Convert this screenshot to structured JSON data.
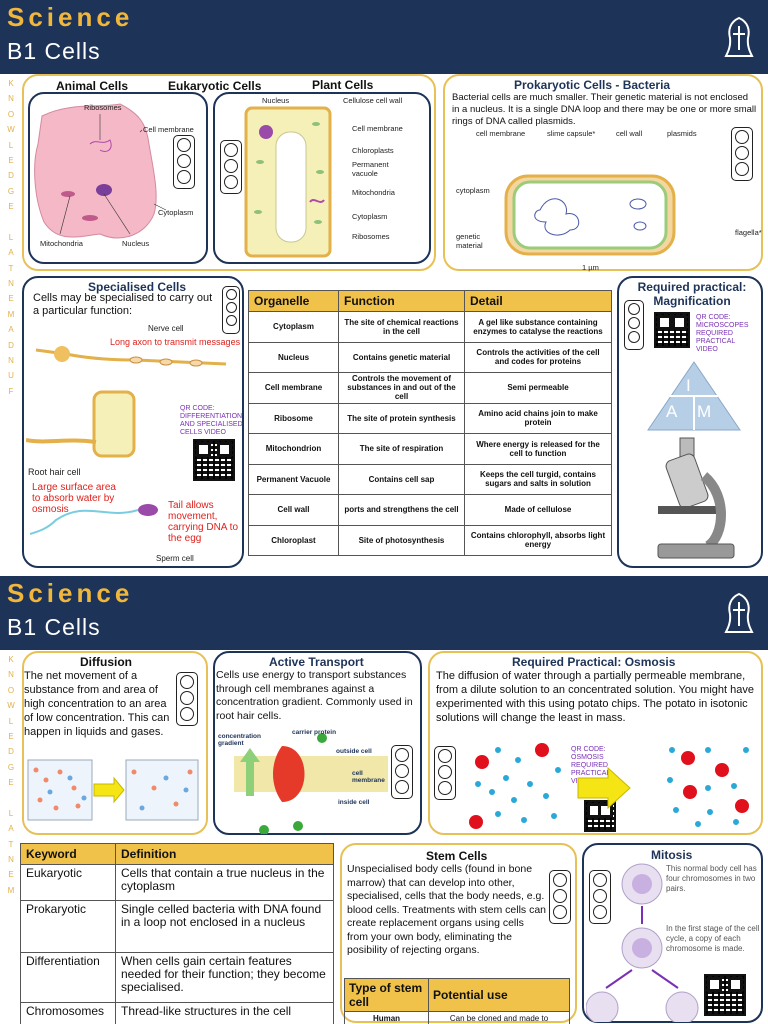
{
  "page1": {
    "subject": "Science",
    "topic": "B1 Cells",
    "side_label": "FUNDAMENTAL KNOWLEDGE",
    "cells": {
      "animal_title": "Animal Cells",
      "eukaryotic_title": "Eukaryotic Cells",
      "plant_title": "Plant Cells",
      "animal_labels": [
        "Ribosomes",
        "Cell membrane",
        "Cytoplasm",
        "Mitochondria",
        "Nucleus"
      ],
      "plant_labels": [
        "Nucleus",
        "Cellulose cell wall",
        "Cell membrane",
        "Chloroplasts",
        "Permanent vacuole",
        "Mitochondria",
        "Cytoplasm",
        "Ribosomes"
      ]
    },
    "prokaryotic": {
      "title": "Prokaryotic Cells - Bacteria",
      "text": "Bacterial cells are much smaller. Their genetic material is not enclosed in a nucleus. It is a single DNA loop and there may be one or more small rings of DNA called plasmids.",
      "labels": [
        "cell membrane",
        "slime capsule*",
        "cell wall",
        "plasmids",
        "cytoplasm",
        "genetic material",
        "flagella*",
        "1 µm"
      ]
    },
    "specialised": {
      "title": "Specialised Cells",
      "intro": "Cells may be specialised to carry out a particular function:",
      "nerve_label": "Nerve cell",
      "nerve_note": "Long axon to transmit messages",
      "qr_note": "QR CODE: DIFFERENTIATION AND SPECIALISED CELLS VIDEO",
      "root_label": "Root hair cell",
      "root_note": "Large surface area to absorb water by osmosis",
      "sperm_note": "Tail allows movement, carrying DNA to the egg",
      "sperm_label": "Sperm cell"
    },
    "organelles": {
      "headers": [
        "Organelle",
        "Function",
        "Detail"
      ],
      "rows": [
        [
          "Cytoplasm",
          "The site of chemical reactions in the cell",
          "A gel like substance containing enzymes to catalyse the reactions"
        ],
        [
          "Nucleus",
          "Contains genetic material",
          "Controls the activities of the cell and codes for proteins"
        ],
        [
          "Cell membrane",
          "Controls the movement of substances in and out of the cell",
          "Semi permeable"
        ],
        [
          "Ribosome",
          "The site of protein synthesis",
          "Amino acid chains join to make protein"
        ],
        [
          "Mitochondrion",
          "The site of respiration",
          "Where energy is released for the cell to function"
        ],
        [
          "Permanent Vacuole",
          "Contains cell sap",
          "Keeps the cell turgid, contains sugars and salts in solution"
        ],
        [
          "Cell wall",
          "ports and strengthens the cell",
          "Made of cellulose"
        ],
        [
          "Chloroplast",
          "Site of photosynthesis",
          "Contains chlorophyll, absorbs light energy"
        ]
      ]
    },
    "practical": {
      "title": "Required practical: Magnification",
      "qr_note": "QR CODE: MICROSCOPES REQUIRED PRACTICAL VIDEO",
      "triangle": [
        "I",
        "A",
        "M"
      ]
    }
  },
  "page2": {
    "subject": "Science",
    "topic": "B1 Cells",
    "side_label": "FUNDAMENTAL KNOWLEDGE",
    "diffusion": {
      "title": "Diffusion",
      "text": "The net movement of a substance from and area of high concentration to an area of low concentration. This can happen in liquids and gases."
    },
    "active": {
      "title": "Active Transport",
      "text": "Cells use energy to transport substances through cell membranes against a concentration gradient. Commonly used in root hair cells.",
      "labels": [
        "concentration gradient",
        "carrier protein",
        "outside cell",
        "cell membrane",
        "inside cell"
      ]
    },
    "osmosis": {
      "title": "Required Practical: Osmosis",
      "text": "The diffusion of water through a partially permeable membrane, from a dilute solution to an concentrated solution. You might have experimented with this using potato chips. The potato in isotonic solutions will change the least in mass.",
      "qr_note": "QR CODE: OSMOSIS REQUIRED PRACTICAL VIDEO"
    },
    "keywords": {
      "headers": [
        "Keyword",
        "Definition"
      ],
      "rows": [
        [
          "Eukaryotic",
          "Cells that contain a true nucleus in the cytoplasm"
        ],
        [
          "Prokaryotic",
          "Single celled bacteria with DNA found in a loop not enclosed in a nucleus"
        ],
        [
          "Differentiation",
          "When cells gain certain features needed for their function; they become specialised."
        ],
        [
          "Chromosomes",
          "Thread-like structures in the cell"
        ]
      ]
    },
    "stem": {
      "title": "Stem Cells",
      "text": "Unspecialised body cells (found in bone marrow) that can develop into other, specialised, cells that the body needs, e.g. blood cells. Treatments with stem cells can create replacement organs using cells from your own body, eliminating the posibility of rejecting organs.",
      "headers": [
        "Type of stem cell",
        "Potential use"
      ],
      "row": [
        "Human",
        "Can be cloned and made to"
      ]
    },
    "mitosis": {
      "title": "Mitosis",
      "step1": "This normal body cell has four chromosomes in two pairs.",
      "step2": "In the first stage of the cell cycle, a copy of each chromosome is made."
    }
  }
}
